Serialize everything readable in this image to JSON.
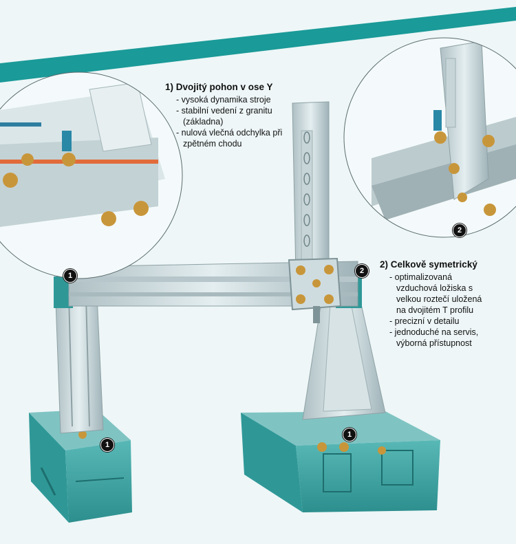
{
  "callout_1": {
    "title": "1) Dvojitý pohon v ose Y",
    "items": [
      "vysoká dynamika stroje",
      "stabilní vedení z granitu (základna)",
      "nulová vlečná odchylka při zpětném chodu"
    ]
  },
  "callout_2": {
    "title": "2) Celkově symetrický",
    "items": [
      "optimalizovaná vzduchová ložiska s velkou roztečí uložená na dvojitém T profilu",
      "precizní v detailu",
      "jednoduché na servis, výborná přístupnost"
    ]
  },
  "markers": {
    "detail_left": "1",
    "detail_right": "2",
    "left_base": "1",
    "right_base": "1"
  },
  "colors": {
    "teal_band": "#1a9a98",
    "machine_teal": "#3aa7a6",
    "steel": "#c9d7da",
    "bearing": "#c8963a"
  }
}
